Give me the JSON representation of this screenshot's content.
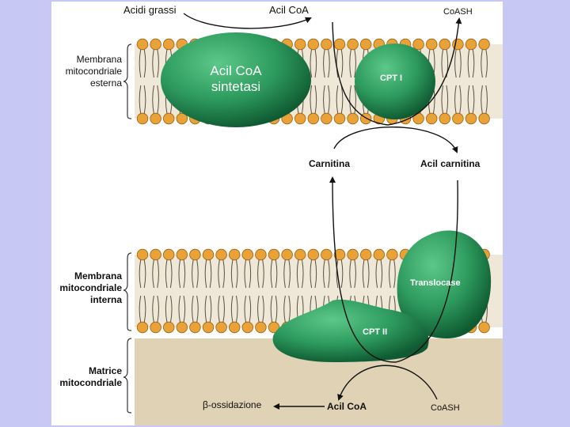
{
  "colors": {
    "background": "#c8c8f4",
    "panel": "#ffffff",
    "membrane_band": "#e6ddc9",
    "lipid_head": "#e8a238",
    "lipid_head_stroke": "#9a6414",
    "enzyme_green": "#2e9b5e",
    "enzyme_dark": "#0f5a32",
    "matrix": "#dfd2b5"
  },
  "labels": {
    "outer_membrane": [
      "Membrana",
      "mitocondriale",
      "esterna"
    ],
    "inner_membrane": [
      "Membrana",
      "mitocondriale",
      "interna"
    ],
    "matrix": [
      "Matrice",
      "mitocondriale"
    ]
  },
  "metabolites": {
    "fatty_acids": "Acidi grassi",
    "acyl_coa_top": "Acil CoA",
    "coash_top": "CoASH",
    "carnitine": "Carnitina",
    "acyl_carnitine": "Acil carnitina",
    "beta_oxidation": "β-ossidazione",
    "acyl_coa_bottom": "Acil CoA",
    "coash_bottom": "CoASH"
  },
  "enzymes": {
    "acyl_coa_synthetase": [
      "Acil CoA",
      "sintetasi"
    ],
    "cpt1": "CPT I",
    "translocase": "Translocase",
    "cpt2": "CPT II"
  }
}
